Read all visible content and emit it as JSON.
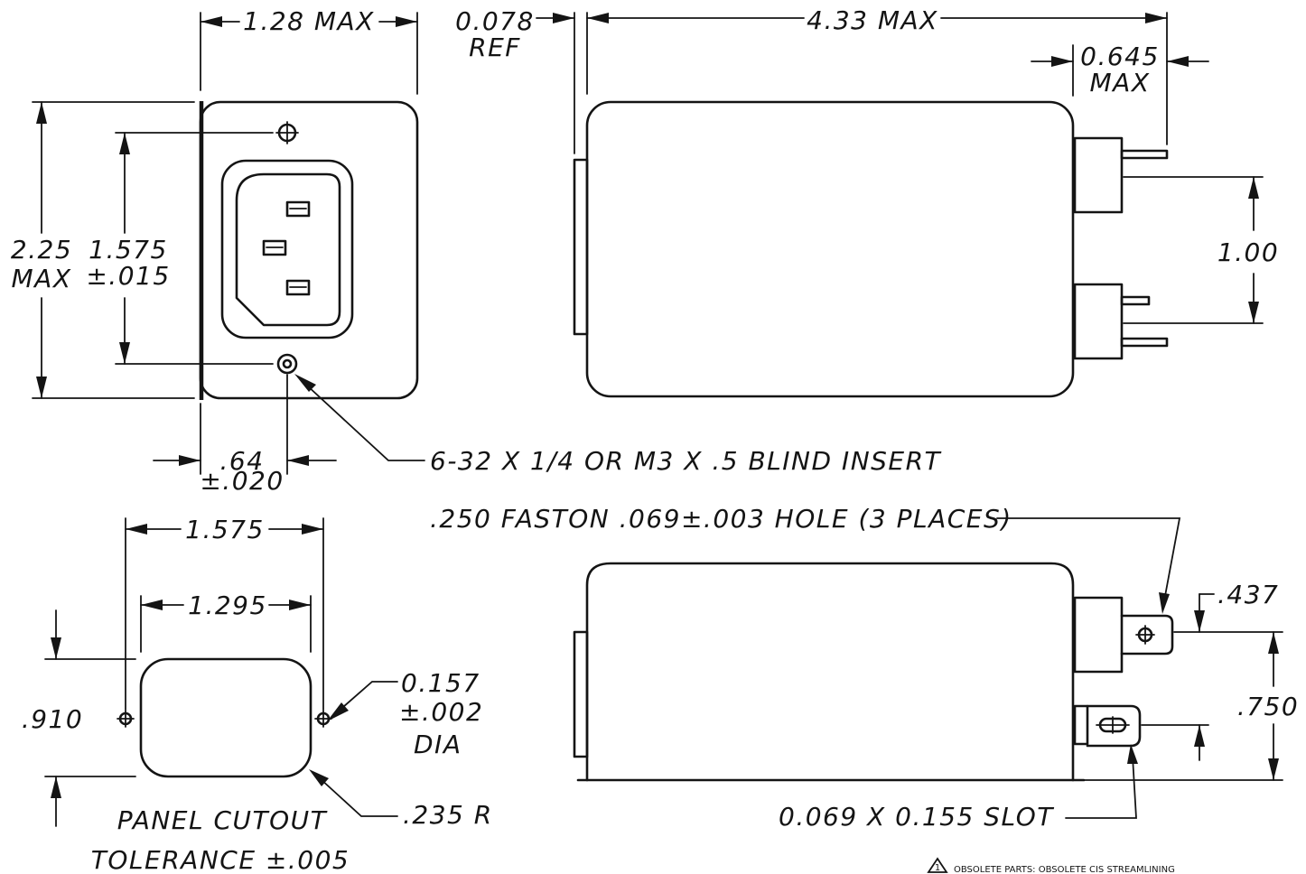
{
  "dims": {
    "width_max": "1.28 MAX",
    "flange_ref_value": "0.078",
    "flange_ref_suffix": "REF",
    "length_max": "4.33 MAX",
    "tab_max_value": "0.645",
    "tab_max_suffix": "MAX",
    "height_value": "2.25",
    "height_suffix": "MAX",
    "mount_spacing_value": "1.575",
    "mount_spacing_tol": "±.015",
    "terminal_spacing": "1.00",
    "insert_offset_value": ".64",
    "insert_offset_tol": "±.020",
    "cutout_width": "1.575",
    "cutout_inner_width": "1.295",
    "cutout_height": ".910",
    "hole_dia_value": "0.157",
    "hole_dia_tol": "±.002",
    "hole_dia_suffix": "DIA",
    "corner_radius": ".235 R",
    "tab_offset": ".437",
    "tab_spacing": ".750"
  },
  "callouts": {
    "blind_insert": "6-32 X 1/4 OR M3 X .5 BLIND INSERT",
    "faston": ".250 FASTON .069±.003 HOLE (3 PLACES)",
    "slot": "0.069 X 0.155 SLOT"
  },
  "captions": {
    "panel_cutout": "PANEL CUTOUT",
    "tolerance": "TOLERANCE ±.005"
  },
  "footnote": {
    "marker": "1",
    "text": "OBSOLETE PARTS: OBSOLETE CIS STREAMLINING"
  }
}
